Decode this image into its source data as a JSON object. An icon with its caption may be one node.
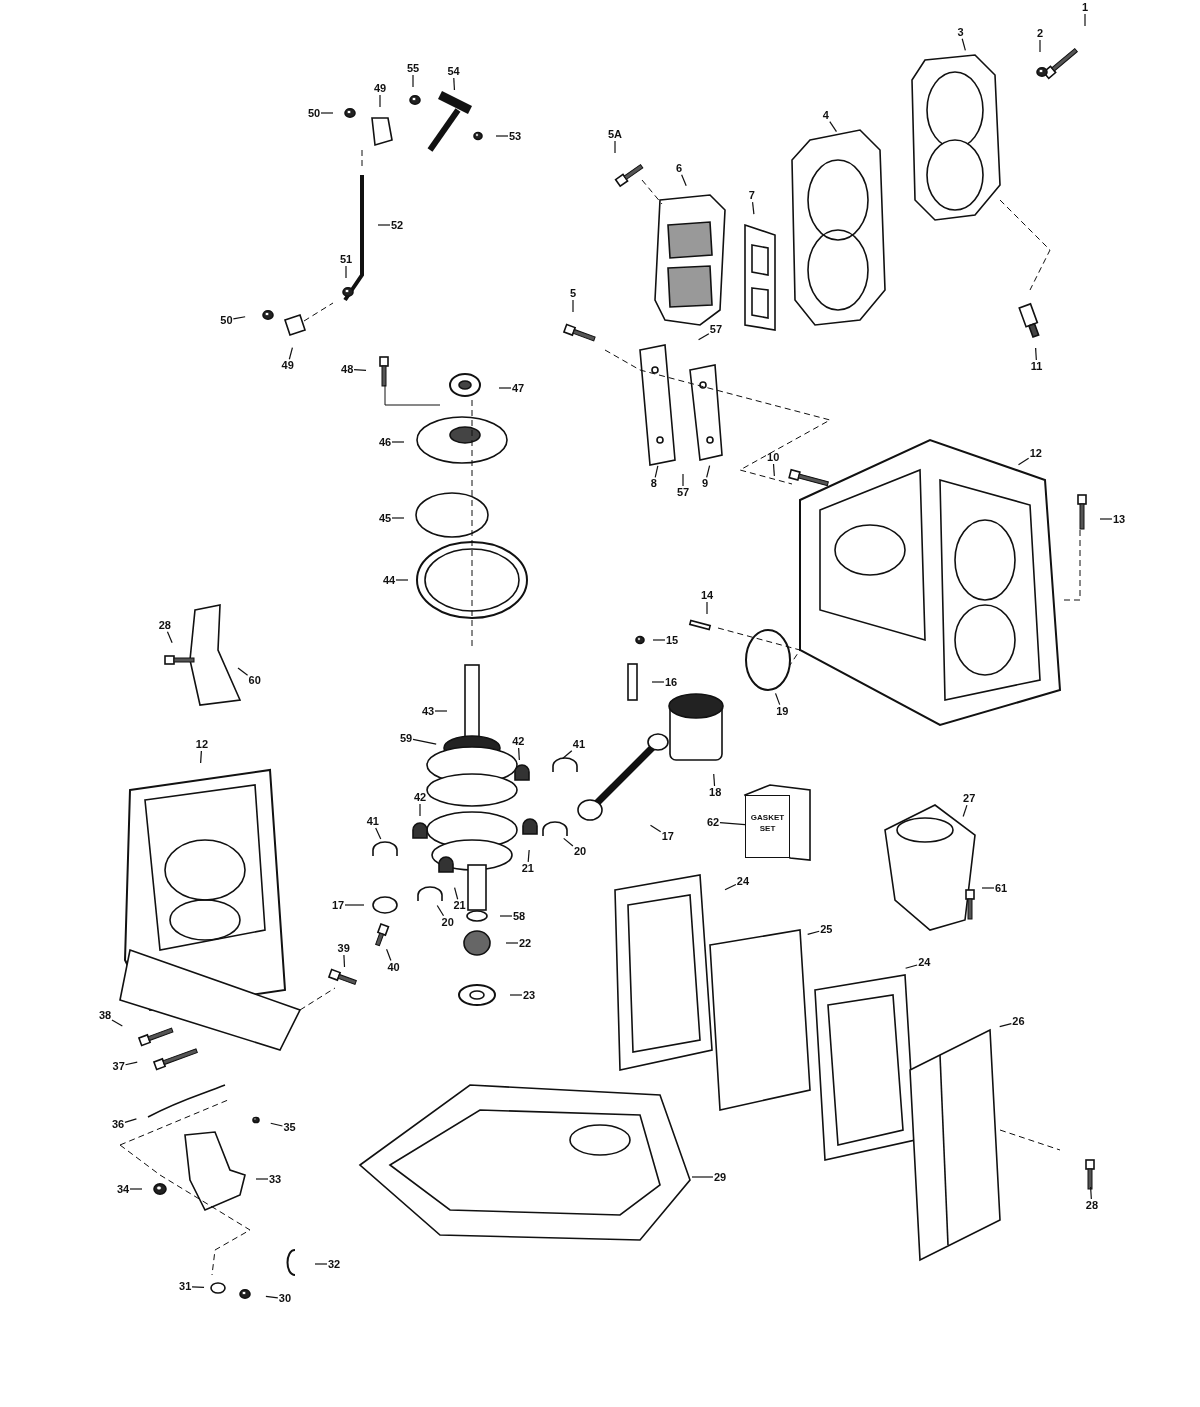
{
  "diagram": {
    "nodes": [
      {
        "text": [
          "1"
        ]
      },
      {
        "text": [
          "2"
        ]
      },
      {
        "text": [
          "3"
        ]
      },
      {
        "text": [
          "4"
        ]
      },
      {
        "text": [
          "5A"
        ]
      },
      {
        "text": [
          "6"
        ]
      },
      {
        "text": [
          "7"
        ]
      },
      {
        "text": [
          "5"
        ]
      },
      {
        "text": [
          "57"
        ]
      },
      {
        "text": [
          "8"
        ]
      },
      {
        "text": [
          "57"
        ]
      },
      {
        "text": [
          "9"
        ]
      },
      {
        "text": [
          "11"
        ]
      },
      {
        "text": [
          "12"
        ]
      },
      {
        "text": [
          "10"
        ]
      },
      {
        "text": [
          "13"
        ]
      },
      {
        "text": [
          "14"
        ]
      },
      {
        "text": [
          "15"
        ]
      },
      {
        "text": [
          "16"
        ]
      },
      {
        "text": [
          "19"
        ]
      },
      {
        "text": [
          "18"
        ]
      },
      {
        "text": [
          "17"
        ]
      },
      {
        "text": [
          "62"
        ]
      },
      {
        "text": [
          "27"
        ]
      },
      {
        "text": [
          "61"
        ]
      },
      {
        "text": [
          "24"
        ]
      },
      {
        "text": [
          "25"
        ]
      },
      {
        "text": [
          "24"
        ]
      },
      {
        "text": [
          "26"
        ]
      },
      {
        "text": [
          "28"
        ]
      },
      {
        "text": [
          "29"
        ]
      },
      {
        "text": [
          "32"
        ]
      },
      {
        "text": [
          "30"
        ]
      },
      {
        "text": [
          "31"
        ]
      },
      {
        "text": [
          "34"
        ]
      },
      {
        "text": [
          "33"
        ]
      },
      {
        "text": [
          "35"
        ]
      },
      {
        "text": [
          "36"
        ]
      },
      {
        "text": [
          "37"
        ]
      },
      {
        "text": [
          "38"
        ]
      },
      {
        "text": [
          "39"
        ]
      },
      {
        "text": [
          "40"
        ]
      },
      {
        "text": [
          "17"
        ]
      },
      {
        "text": [
          "58"
        ]
      },
      {
        "text": [
          "22"
        ]
      },
      {
        "text": [
          "23"
        ]
      },
      {
        "text": [
          "20"
        ]
      },
      {
        "text": [
          "21"
        ]
      },
      {
        "text": [
          "41"
        ]
      },
      {
        "text": [
          "42"
        ]
      },
      {
        "text": [
          "20"
        ]
      },
      {
        "text": [
          "21"
        ]
      },
      {
        "text": [
          "42"
        ]
      },
      {
        "text": [
          "41"
        ]
      },
      {
        "text": [
          "59"
        ]
      },
      {
        "text": [
          "43"
        ]
      },
      {
        "text": [
          "44"
        ]
      },
      {
        "text": [
          "45"
        ]
      },
      {
        "text": [
          "46"
        ]
      },
      {
        "text": [
          "47"
        ]
      },
      {
        "text": [
          "48"
        ]
      },
      {
        "text": [
          "28"
        ]
      },
      {
        "text": [
          "60"
        ]
      },
      {
        "text": [
          "12"
        ]
      },
      {
        "text": [
          "49"
        ]
      },
      {
        "text": [
          "50"
        ]
      },
      {
        "text": [
          "55"
        ]
      },
      {
        "text": [
          "54"
        ]
      },
      {
        "text": [
          "53"
        ]
      },
      {
        "text": [
          "52"
        ]
      },
      {
        "text": [
          "51"
        ]
      },
      {
        "text": [
          "50"
        ]
      },
      {
        "text": [
          "49"
        ]
      },
      {
        "text": [
          "GASKET SET"
        ]
      }
    ],
    "edges": [
      {
        "from": 0,
        "to": null,
        "arrow": "none"
      },
      {
        "from": 1,
        "to": null,
        "arrow": "none"
      },
      {
        "from": 2,
        "to": null,
        "arrow": "none"
      },
      {
        "from": 3,
        "to": null,
        "arrow": "none"
      },
      {
        "from": 4,
        "to": null,
        "arrow": "none"
      },
      {
        "from": 5,
        "to": null,
        "arrow": "none"
      },
      {
        "from": 6,
        "to": null,
        "arrow": "none"
      },
      {
        "from": 7,
        "to": null,
        "arrow": "none"
      },
      {
        "from": 8,
        "to": null,
        "arrow": "none"
      },
      {
        "from": 9,
        "to": null,
        "arrow": "none"
      },
      {
        "from": 10,
        "to": null,
        "arrow": "none"
      },
      {
        "from": 11,
        "to": null,
        "arrow": "none"
      },
      {
        "from": 12,
        "to": null,
        "arrow": "none"
      },
      {
        "from": 13,
        "to": null,
        "arrow": "none"
      },
      {
        "from": 14,
        "to": null,
        "arrow": "none"
      },
      {
        "from": 15,
        "to": null,
        "arrow": "none"
      },
      {
        "from": 16,
        "to": null,
        "arrow": "none"
      },
      {
        "from": 17,
        "to": null,
        "arrow": "none"
      },
      {
        "from": 18,
        "to": null,
        "arrow": "none"
      },
      {
        "from": 19,
        "to": null,
        "arrow": "none"
      },
      {
        "from": 20,
        "to": null,
        "arrow": "none"
      },
      {
        "from": 21,
        "to": null,
        "arrow": "none"
      },
      {
        "from": 22,
        "to": 73,
        "arrow": "none"
      },
      {
        "from": 23,
        "to": null,
        "arrow": "none"
      },
      {
        "from": 24,
        "to": null,
        "arrow": "none"
      },
      {
        "from": 25,
        "to": null,
        "arrow": "none"
      },
      {
        "from": 26,
        "to": null,
        "arrow": "none"
      },
      {
        "from": 27,
        "to": null,
        "arrow": "none"
      },
      {
        "from": 28,
        "to": null,
        "arrow": "none"
      },
      {
        "from": 29,
        "to": null,
        "arrow": "none"
      },
      {
        "from": 30,
        "to": null,
        "arrow": "none"
      },
      {
        "from": 31,
        "to": null,
        "arrow": "none"
      },
      {
        "from": 32,
        "to": null,
        "arrow": "none"
      },
      {
        "from": 33,
        "to": null,
        "arrow": "none"
      },
      {
        "from": 34,
        "to": null,
        "arrow": "none"
      },
      {
        "from": 35,
        "to": null,
        "arrow": "none"
      },
      {
        "from": 36,
        "to": null,
        "arrow": "none"
      },
      {
        "from": 37,
        "to": null,
        "arrow": "none"
      },
      {
        "from": 38,
        "to": null,
        "arrow": "none"
      },
      {
        "from": 39,
        "to": null,
        "arrow": "none"
      },
      {
        "from": 40,
        "to": null,
        "arrow": "none"
      },
      {
        "from": 41,
        "to": null,
        "arrow": "none"
      },
      {
        "from": 42,
        "to": null,
        "arrow": "none"
      },
      {
        "from": 43,
        "to": null,
        "arrow": "none"
      },
      {
        "from": 44,
        "to": null,
        "arrow": "none"
      },
      {
        "from": 45,
        "to": null,
        "arrow": "none"
      },
      {
        "from": 46,
        "to": null,
        "arrow": "none"
      },
      {
        "from": 47,
        "to": null,
        "arrow": "none"
      },
      {
        "from": 48,
        "to": null,
        "arrow": "none"
      },
      {
        "from": 49,
        "to": null,
        "arrow": "none"
      },
      {
        "from": 50,
        "to": null,
        "arrow": "none"
      },
      {
        "from": 51,
        "to": null,
        "arrow": "none"
      },
      {
        "from": 52,
        "to": null,
        "arrow": "none"
      },
      {
        "from": 53,
        "to": null,
        "arrow": "none"
      },
      {
        "from": 54,
        "to": null,
        "arrow": "none"
      },
      {
        "from": 55,
        "to": null,
        "arrow": "none"
      },
      {
        "from": 56,
        "to": null,
        "arrow": "none"
      },
      {
        "from": 57,
        "to": null,
        "arrow": "none"
      },
      {
        "from": 58,
        "to": null,
        "arrow": "none"
      },
      {
        "from": 59,
        "to": null,
        "arrow": "none"
      },
      {
        "from": 60,
        "to": null,
        "arrow": "none"
      },
      {
        "from": 61,
        "to": null,
        "arrow": "none"
      },
      {
        "from": 62,
        "to": null,
        "arrow": "none"
      },
      {
        "from": 63,
        "to": null,
        "arrow": "none"
      },
      {
        "from": 64,
        "to": null,
        "arrow": "none"
      },
      {
        "from": 65,
        "to": null,
        "arrow": "none"
      },
      {
        "from": 66,
        "to": null,
        "arrow": "none"
      },
      {
        "from": 67,
        "to": null,
        "arrow": "none"
      },
      {
        "from": 68,
        "to": null,
        "arrow": "none"
      },
      {
        "from": 69,
        "to": null,
        "arrow": "none"
      },
      {
        "from": 70,
        "to": null,
        "arrow": "none"
      },
      {
        "from": 71,
        "to": null,
        "arrow": "none"
      },
      {
        "from": 72,
        "to": null,
        "arrow": "none"
      }
    ]
  }
}
